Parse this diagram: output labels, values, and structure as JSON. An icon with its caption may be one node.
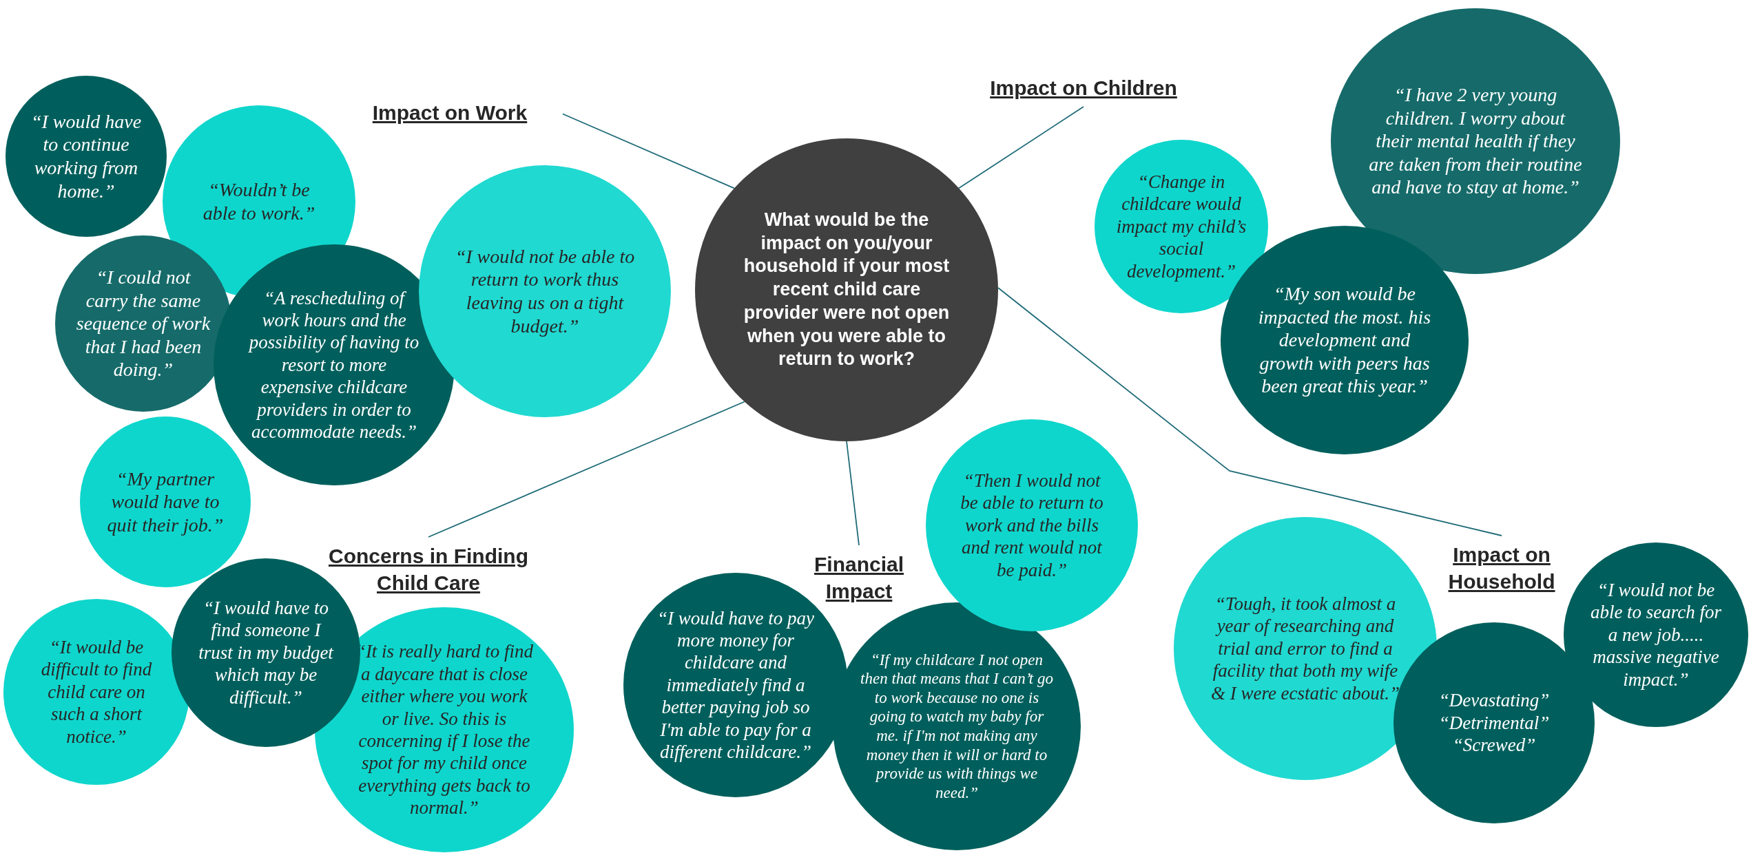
{
  "diagram": {
    "nodes": [
      {
        "text": [
          "What would be the impact on you/your household if your most recent child care provider were not open when you were able to return to work?"
        ]
      },
      {
        "text": [
          "Impact on Work"
        ]
      },
      {
        "text": [
          "Impact on Children"
        ]
      },
      {
        "text": [
          "Concerns in Finding Child Care"
        ]
      },
      {
        "text": [
          "Financial Impact"
        ]
      },
      {
        "text": [
          "Impact on Household"
        ]
      },
      {
        "text": [
          "“I would have to continue working from home.”"
        ]
      },
      {
        "text": [
          "“Wouldn’t be able to work.”"
        ]
      },
      {
        "text": [
          "“I could not carry the same sequence of work that I had been doing.”"
        ]
      },
      {
        "text": [
          "“A rescheduling of work hours and the possibility of having to resort to more expensive childcare providers in order to accommodate needs.”"
        ]
      },
      {
        "text": [
          "“I would not be able to return to work thus leaving us on a tight budget.”"
        ]
      },
      {
        "text": [
          "“My partner would have to quit their job.”"
        ]
      },
      {
        "text": [
          "“Change in childcare would impact my child’s social development.”"
        ]
      },
      {
        "text": [
          "“I have 2 very young children. I worry about their mental health if they are taken from their routine and have to stay at home.”"
        ]
      },
      {
        "text": [
          "“My son would be impacted the most. his development and growth with peers has been great this year.”"
        ]
      },
      {
        "text": [
          "“It would be difficult to find child care on such a short notice.”"
        ]
      },
      {
        "text": [
          "“I would have to find someone I trust in my budget which may be difficult.”"
        ]
      },
      {
        "text": [
          "“It is really hard to find a daycare that is close either where you work or live. So this is concerning if I lose the spot for my child once everything gets back to normal.”"
        ]
      },
      {
        "text": [
          "“I would have to pay more money for childcare and immediately find a better paying job so I'm able to pay for a different childcare.”"
        ]
      },
      {
        "text": [
          "“If my childcare I not open then that means that I can’t go to work because no one is going to watch my baby for me. if I'm not making any money then it will or hard to provide us with things we need.”"
        ]
      },
      {
        "text": [
          "“Then I would not be able to return to work and the bills and rent would not be paid.”"
        ]
      },
      {
        "text": [
          "“Tough, it took almost a year of researching and trial and error to find a facility that both my wife & I were ecstatic about.”"
        ]
      },
      {
        "text": [
          "“Devastating”",
          "“Detrimental”",
          "“Screwed”"
        ]
      },
      {
        "text": [
          "“I would not be able to search for a new job..... massive negative impact.”"
        ]
      }
    ],
    "edges": [
      {
        "from": 0,
        "to": 1,
        "arrow": "none"
      },
      {
        "from": 0,
        "to": 2,
        "arrow": "none"
      },
      {
        "from": 0,
        "to": 3,
        "arrow": "none"
      },
      {
        "from": 0,
        "to": 4,
        "arrow": "none"
      },
      {
        "from": 0,
        "to": 5,
        "arrow": "none"
      }
    ]
  }
}
